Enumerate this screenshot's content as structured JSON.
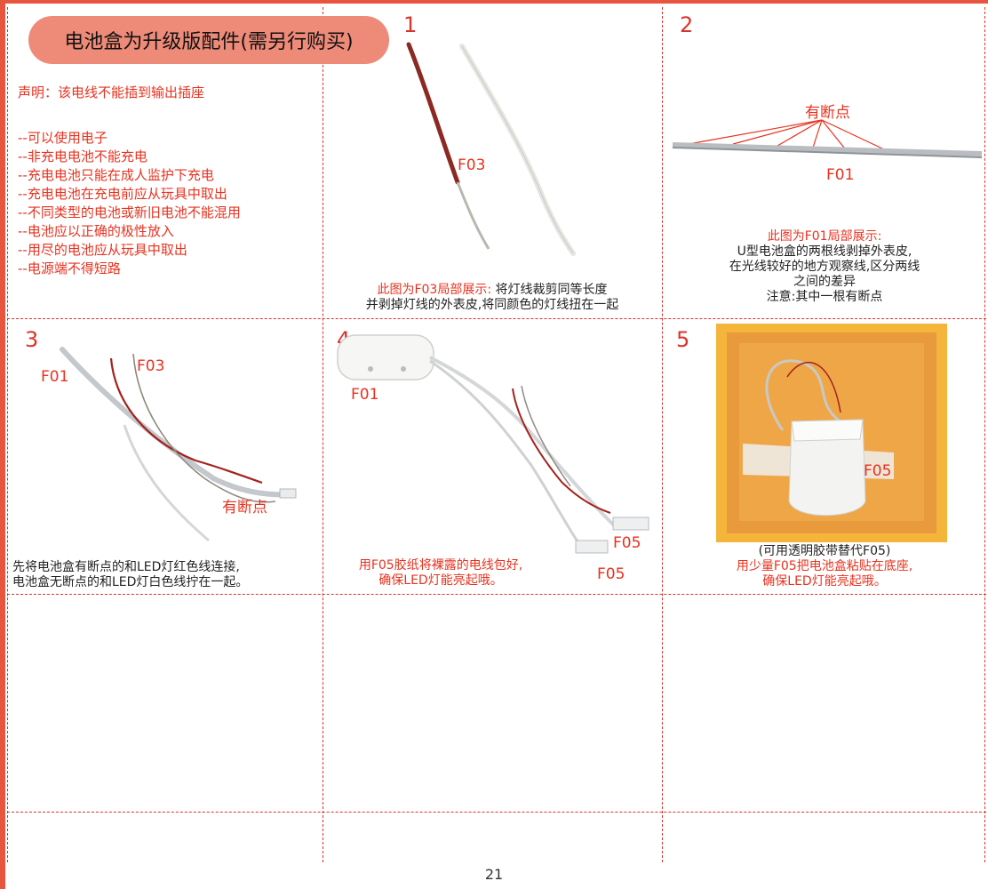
{
  "title": "电池盒为升级版配件(需另行购买)",
  "declaration": "声明：该电线不能插到输出插座",
  "notes": [
    "--可以使用电子",
    "--非充电电池不能充电",
    "--充电电池只能在成人监护下充电",
    "--充电电池在充电前应从玩具中取出",
    "--不同类型的电池或新旧电池不能混用",
    "--电池应以正确的极性放入",
    "--用尽的电池应从玩具中取出",
    "--电源端不得短路"
  ],
  "steps": {
    "s1": {
      "number": "1",
      "label": "F03",
      "caption_red": "此图为F03局部展示:",
      "caption_black_1": "将灯线裁剪同等长度",
      "caption_black_2": "并剥掉灯线的外表皮,将同颜色的灯线扭在一起"
    },
    "s2": {
      "number": "2",
      "label_break": "有断点",
      "label": "F01",
      "caption_red": "此图为F01局部展示:",
      "caption_lines": [
        "U型电池盒的两根线剥掉外表皮,",
        "在光线较好的地方观察线,区分两线",
        "之间的差异",
        "注意:其中一根有断点"
      ]
    },
    "s3": {
      "number": "3",
      "label_f01": "F01",
      "label_f03": "F03",
      "label_break": "有断点",
      "caption_lines": [
        "先将电池盒有断点的和LED灯红色线连接,",
        "电池盒无断点的和LED灯白色线拧在一起。"
      ]
    },
    "s4": {
      "number": "4",
      "label_f01": "F01",
      "label_f05a": "F05",
      "label_f05b": "F05",
      "caption_lines": [
        "用F05胶纸将裸露的电线包好,",
        "确保LED灯能亮起哦。"
      ]
    },
    "s5": {
      "number": "5",
      "label_f05": "F05",
      "caption_black": "(可用透明胶带替代F05)",
      "caption_lines": [
        "用少量F05把电池盒粘贴在底座,",
        "确保LED灯能亮起哦。"
      ]
    }
  },
  "page_number": "21",
  "colors": {
    "accent": "#e8321f",
    "pill": "#ee8a78",
    "grid": "#d9342b",
    "frame": "#f4b53a",
    "board": "#e89a3c"
  }
}
